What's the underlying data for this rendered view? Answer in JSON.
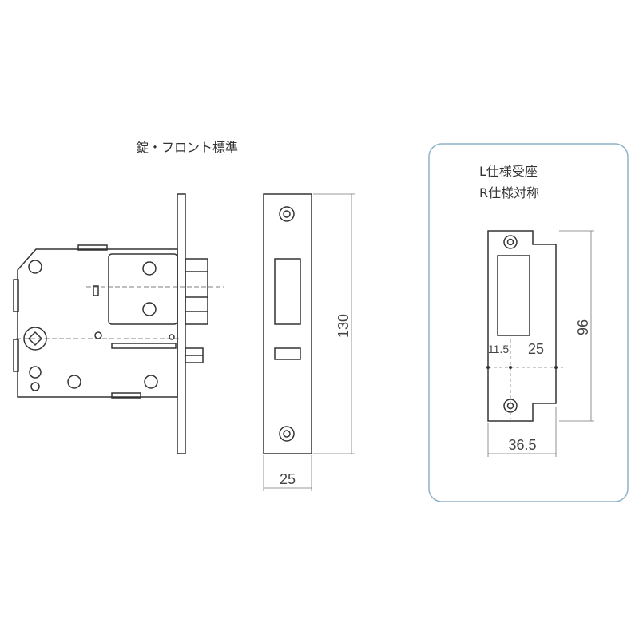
{
  "lock_title": "錠・フロント標準",
  "front": {
    "height_dim": "130",
    "width_dim": "25"
  },
  "strike": {
    "title_line1": "L仕様受座",
    "title_line2": "R仕様対称",
    "height_dim": "96",
    "offset_dim": "11.5",
    "inner_dim": "25",
    "width_dim": "36.5"
  },
  "colors": {
    "line": "#333333",
    "panel_border": "#8eb3c8",
    "panel_fill": "#ffffff"
  }
}
